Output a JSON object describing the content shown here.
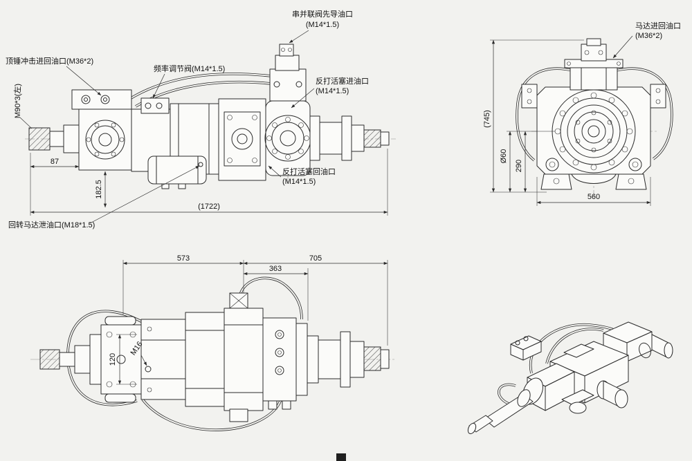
{
  "colors": {
    "background": "#f2f2ef",
    "line": "#2b2b2b"
  },
  "labels": {
    "pilot_port_line1": "串并联阀先导油口",
    "pilot_port_line2": "(M14*1.5)",
    "hammer_port": "顶锤冲击进回油口(M36*2)",
    "freq_valve": "频率调节阀(M14*1.5)",
    "reverse_piston_in_line1": "反打活塞进油口",
    "reverse_piston_in_line2": "(M14*1.5)",
    "reverse_piston_out_line1": "反打活塞回油口",
    "reverse_piston_out_line2": "(M14*1.5)",
    "rotary_drain": "回转马达泄油口(M18*1.5)",
    "motor_port_line1": "马达进回油口",
    "motor_port_line2": "(M36*2)"
  },
  "dimensions": {
    "side": {
      "thread": "M90*3(左)",
      "d87": "87",
      "d182_5": "182.5",
      "d1722": "(1722)"
    },
    "end": {
      "d745": "(745)",
      "d60": "Ø60",
      "d290": "290",
      "d560": "560"
    },
    "top": {
      "d573": "573",
      "d705": "705",
      "d363": "363",
      "d120": "120",
      "m16": "M16"
    }
  }
}
